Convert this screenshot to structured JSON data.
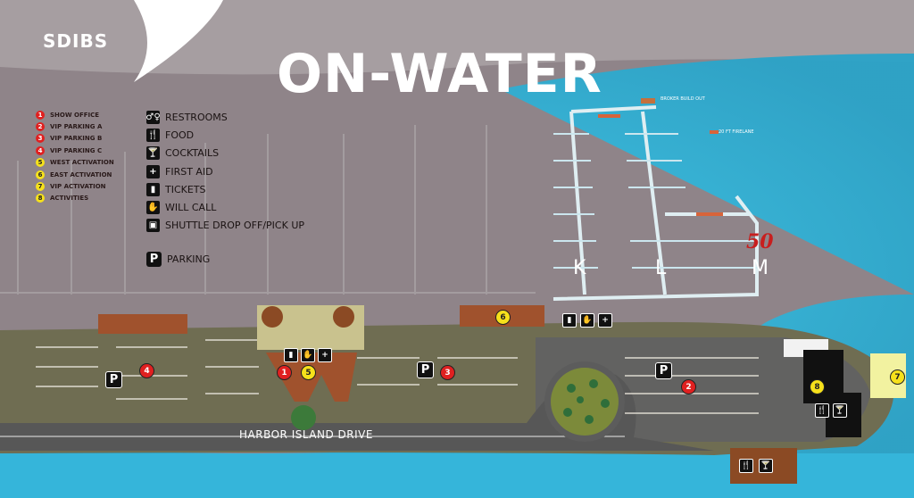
{
  "brand": {
    "logo_text": "SDIBS"
  },
  "title": "ON-WATER",
  "legend_numbered": [
    {
      "num": "1",
      "label": "SHOW OFFICE",
      "color": "#e02020"
    },
    {
      "num": "2",
      "label": "VIP PARKING A",
      "color": "#e02020"
    },
    {
      "num": "3",
      "label": "VIP PARKING B",
      "color": "#e02020"
    },
    {
      "num": "4",
      "label": "VIP PARKING C",
      "color": "#e02020"
    },
    {
      "num": "5",
      "label": "WEST ACTIVATION",
      "color": "#f6e11b"
    },
    {
      "num": "6",
      "label": "EAST ACTIVATION",
      "color": "#f6e11b"
    },
    {
      "num": "7",
      "label": "VIP ACTIVATION",
      "color": "#f6e11b"
    },
    {
      "num": "8",
      "label": "ACTIVITIES",
      "color": "#f6e11b"
    }
  ],
  "legend_amenities": [
    {
      "icon": "restroom-icon",
      "glyph": "♂♀",
      "label": "RESTROOMS"
    },
    {
      "icon": "food-icon",
      "glyph": "🍴",
      "label": "FOOD"
    },
    {
      "icon": "cocktail-icon",
      "glyph": "🍸",
      "label": "COCKTAILS"
    },
    {
      "icon": "first-aid-icon",
      "glyph": "+",
      "label": "FIRST AID"
    },
    {
      "icon": "ticket-icon",
      "glyph": "▮",
      "label": "TICKETS"
    },
    {
      "icon": "will-call-icon",
      "glyph": "✋",
      "label": "WILL CALL"
    },
    {
      "icon": "shuttle-icon",
      "glyph": "▣",
      "label": "SHUTTLE DROP OFF/PICK UP"
    }
  ],
  "legend_parking": {
    "glyph": "P",
    "label": "PARKING"
  },
  "dock_letters": [
    "K",
    "L",
    "M"
  ],
  "road_label": "HARBOR ISLAND DRIVE",
  "small_labels": {
    "broker": "BROKER BUILD OUT",
    "firelane": "20 FT FIRELANE"
  },
  "anniversary_badge": "50",
  "map_markers": {
    "one": "1",
    "two": "2",
    "three": "3",
    "four": "4",
    "five": "5",
    "six": "6",
    "seven": "7",
    "eight": "8",
    "parking": "P",
    "restroom": "▮",
    "willcall": "✋",
    "firstaid": "+",
    "food": "🍴",
    "cocktail": "🍸"
  },
  "colors": {
    "water": "#3ab8d8",
    "land": "#8f8489",
    "lot": "#6b6a4c",
    "road": "#5a5a5a"
  }
}
